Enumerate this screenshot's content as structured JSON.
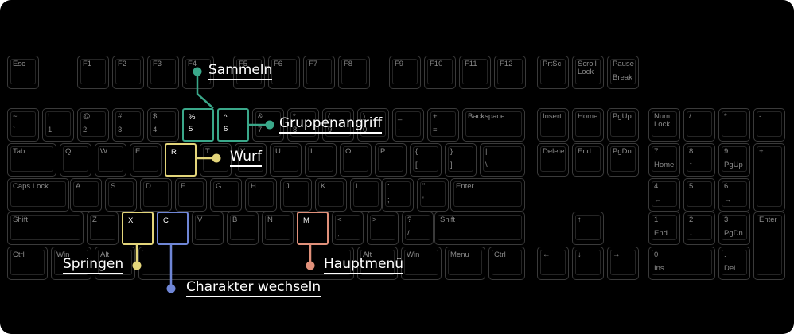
{
  "keyboard": {
    "fn_row": {
      "esc": "Esc",
      "f": [
        "F1",
        "F2",
        "F3",
        "F4",
        "F5",
        "F6",
        "F7",
        "F8",
        "F9",
        "F10",
        "F11",
        "F12"
      ],
      "prtsc": "PrtSc",
      "scroll": [
        "Scroll",
        "Lock"
      ],
      "pause": [
        "Pause",
        "Break"
      ]
    },
    "num_row": [
      [
        "~",
        "`"
      ],
      [
        "!",
        "1"
      ],
      [
        "@",
        "2"
      ],
      [
        "#",
        "3"
      ],
      [
        "$",
        "4"
      ],
      [
        "%",
        "5"
      ],
      [
        "^",
        "6"
      ],
      [
        "&",
        "7"
      ],
      [
        "*",
        "8"
      ],
      [
        "(",
        "9"
      ],
      [
        ")",
        "0"
      ],
      [
        "_",
        "-"
      ],
      [
        "+",
        "="
      ]
    ],
    "backspace": "Backspace",
    "tab": "Tab",
    "q_row": [
      "Q",
      "W",
      "E",
      "R",
      "T",
      "Y",
      "U",
      "I",
      "O",
      "P"
    ],
    "brackets": [
      [
        "{",
        "["
      ],
      [
        "}",
        "]"
      ],
      [
        "|",
        "\\"
      ]
    ],
    "caps": "Caps Lock",
    "a_row": [
      "A",
      "S",
      "D",
      "F",
      "G",
      "H",
      "J",
      "K",
      "L"
    ],
    "semi": [
      ":",
      ";"
    ],
    "quote": [
      "\"",
      "'"
    ],
    "enter": "Enter",
    "shift": "Shift",
    "z_row": [
      "Z",
      "X",
      "C",
      "V",
      "B",
      "N",
      "M"
    ],
    "z_punct": [
      [
        "<",
        ","
      ],
      [
        ">",
        "."
      ],
      [
        "?",
        "/"
      ]
    ],
    "bottom": [
      "Ctrl",
      "Win",
      "Alt",
      "Alt",
      "Win",
      "Menu",
      "Ctrl"
    ],
    "nav": {
      "insert": "Insert",
      "home": "Home",
      "pgup": "PgUp",
      "delete": "Delete",
      "end": "End",
      "pgdn": "PgDn"
    },
    "arrows": {
      "up": "↑",
      "down": "↓",
      "left": "←",
      "right": "→"
    },
    "numpad": {
      "numlock": [
        "Num",
        "Lock"
      ],
      "div": "/",
      "mul": "*",
      "minus": "-",
      "n7": [
        "7",
        "Home"
      ],
      "n8": [
        "8",
        "↑"
      ],
      "n9": [
        "9",
        "PgUp"
      ],
      "plus": "+",
      "n4": [
        "4",
        "←"
      ],
      "n5": "5",
      "n6": [
        "6",
        "→"
      ],
      "n1": [
        "1",
        "End"
      ],
      "n2": [
        "2",
        "↓"
      ],
      "n3": [
        "3",
        "PgDn"
      ],
      "enter": "Enter",
      "n0": [
        "0",
        "Ins"
      ],
      "dot": [
        ".",
        "Del"
      ]
    }
  },
  "callouts": {
    "sammeln": "Sammeln",
    "gruppenangriff": "Gruppenangriff",
    "wurf": "Wurf",
    "springen": "Springen",
    "charakter": "Charakter wechseln",
    "hauptmenu": "Hauptmenü"
  },
  "colors": {
    "teal": "#3aa88a",
    "yellow": "#e3d57a",
    "blue": "#6f86d6",
    "salmon": "#e0907a"
  }
}
